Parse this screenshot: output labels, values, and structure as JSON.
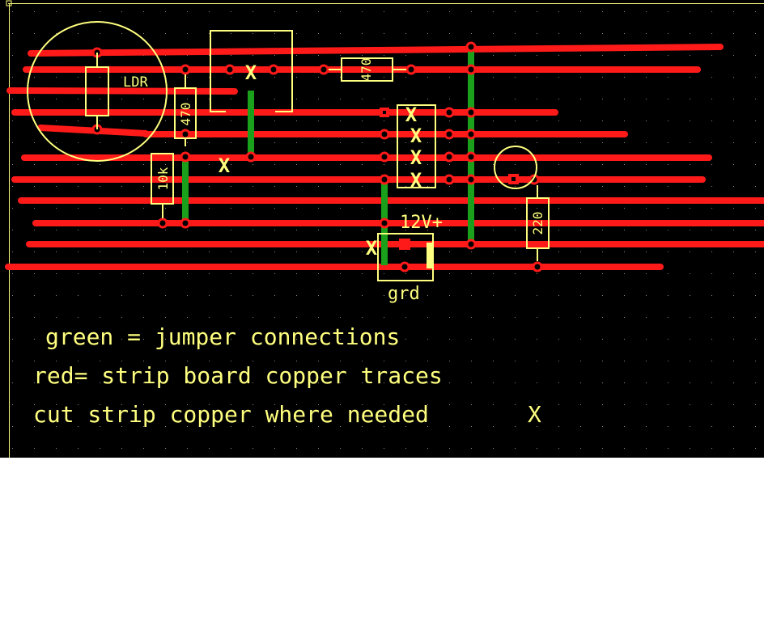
{
  "colors": {
    "background": "#000000",
    "trace": "#ff1a1a",
    "jumper": "#1aa01a",
    "silkscreen": "#ffff7f",
    "grid_dot": "#8a8a8a",
    "page": "#ffffff"
  },
  "components": {
    "ldr_label": "LDR",
    "r1_label": "470",
    "r2_label": "470",
    "r3_label": "10k",
    "r4_label": "220",
    "power_label": "12V+",
    "ground_label": "grd"
  },
  "cut_marker": "X",
  "legend": {
    "line1": "green = jumper connections",
    "line2": "red= strip board copper traces",
    "line3": "cut strip copper where needed",
    "line3_marker": "X"
  }
}
